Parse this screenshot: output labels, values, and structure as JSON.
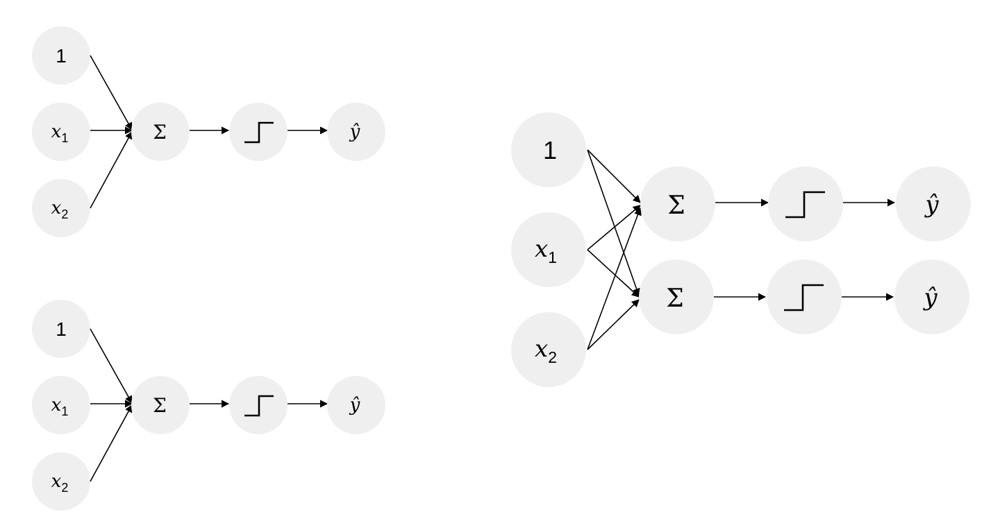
{
  "labels": {
    "bias": "1",
    "x": "x",
    "sub1": "1",
    "sub2": "2",
    "sum": "Σ",
    "output": "ŷ"
  },
  "diagrams": [
    {
      "id": "top-left-perceptron",
      "inputs": [
        "1",
        "x1",
        "x2"
      ],
      "sum_nodes": 1,
      "outputs": 1
    },
    {
      "id": "bottom-left-perceptron",
      "inputs": [
        "1",
        "x1",
        "x2"
      ],
      "sum_nodes": 1,
      "outputs": 1
    },
    {
      "id": "right-two-output-network",
      "inputs": [
        "1",
        "x1",
        "x2"
      ],
      "sum_nodes": 2,
      "outputs": 2
    }
  ]
}
